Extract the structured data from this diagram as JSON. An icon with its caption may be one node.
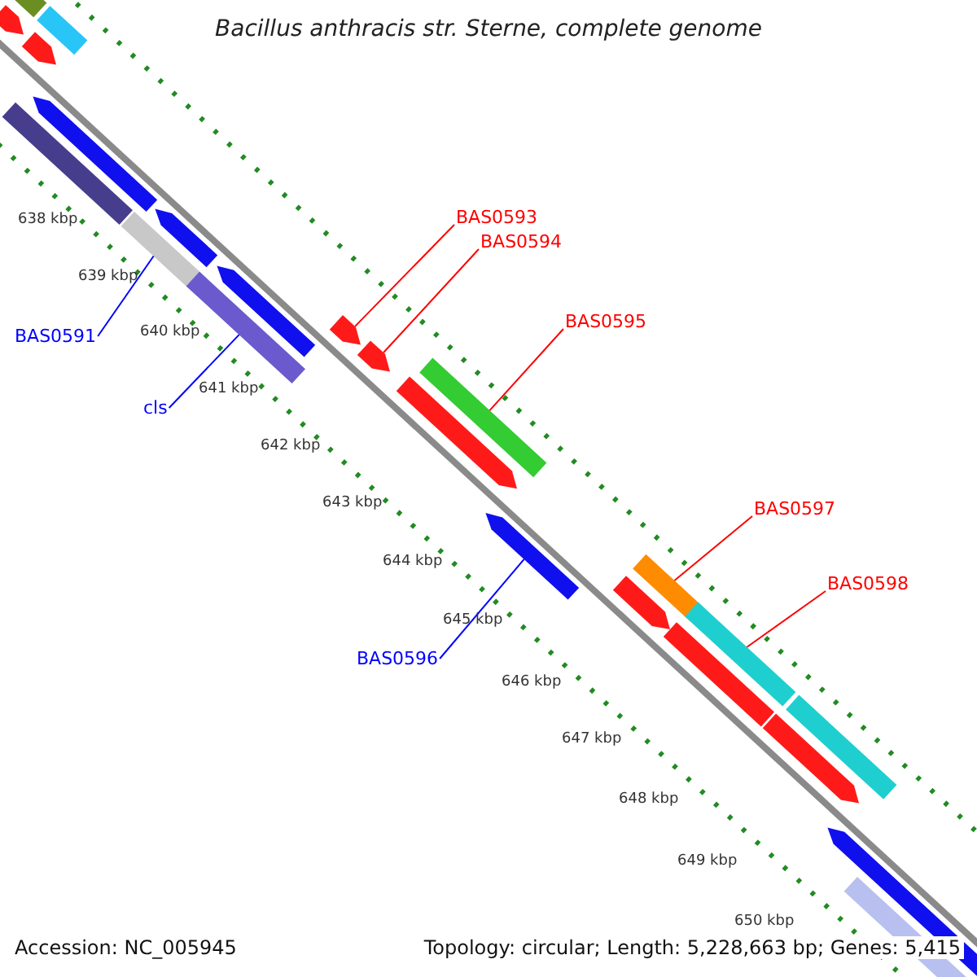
{
  "diagram": {
    "title": "Bacillus anthracis str. Sterne, complete genome",
    "nodes": [
      {
        "text": [
          "BAS0593"
        ]
      },
      {
        "text": [
          "BAS0594"
        ]
      },
      {
        "text": [
          "BAS0595"
        ]
      },
      {
        "text": [
          "BAS0591"
        ]
      },
      {
        "text": [
          "cls"
        ]
      },
      {
        "text": [
          "BAS0597"
        ]
      },
      {
        "text": [
          "BAS0598"
        ]
      },
      {
        "text": [
          "BAS0596"
        ]
      },
      {
        "text": [],
        "shape": "bar"
      },
      {
        "text": [],
        "shape": "bar"
      },
      {
        "text": [],
        "shape": "bar"
      },
      {
        "text": [],
        "shape": "bar"
      },
      {
        "text": [],
        "shape": "bar"
      },
      {
        "text": [],
        "shape": "bar"
      },
      {
        "text": [],
        "shape": "bar"
      },
      {
        "text": [],
        "shape": "bar"
      },
      {
        "text": [],
        "shape": "bar"
      },
      {
        "text": [],
        "shape": "bar"
      },
      {
        "text": [],
        "shape": "bar"
      },
      {
        "text": [],
        "shape": "bar"
      },
      {
        "text": [],
        "shape": "bar"
      },
      {
        "text": [],
        "shape": "bar"
      },
      {
        "text": [],
        "shape": "bar"
      },
      {
        "text": [],
        "shape": "bar"
      },
      {
        "text": [],
        "shape": "bar"
      },
      {
        "text": [],
        "shape": "bar"
      },
      {
        "text": [],
        "shape": "bar"
      },
      {
        "text": [],
        "shape": "bar"
      },
      {
        "text": [],
        "shape": "bar"
      },
      {
        "text": [],
        "shape": "bar"
      },
      {
        "text": [],
        "shape": "bar"
      }
    ],
    "edges": [
      {
        "from": 0,
        "to": 18,
        "arrow": "none"
      },
      {
        "from": 1,
        "to": 19,
        "arrow": "none"
      },
      {
        "from": 2,
        "to": 21,
        "arrow": "none"
      },
      {
        "from": 3,
        "to": 14,
        "arrow": "none",
        "color": "#0000ff"
      },
      {
        "from": 4,
        "to": 16,
        "arrow": "none",
        "color": "#0000ff"
      },
      {
        "from": 5,
        "to": 24,
        "arrow": "none"
      },
      {
        "from": 6,
        "to": 26,
        "arrow": "none"
      },
      {
        "from": 7,
        "to": 22,
        "arrow": "none",
        "color": "#0000ff"
      }
    ],
    "labels": [
      "638 kbp",
      "639 kbp",
      "640 kbp",
      "641 kbp",
      "642 kbp",
      "643 kbp",
      "644 kbp",
      "645 kbp",
      "646 kbp",
      "647 kbp",
      "648 kbp",
      "649 kbp",
      "650 kbp",
      "Accession: NC_005945",
      "Topology: circular; Length: 5,228,663 bp; Genes: 5,415"
    ]
  }
}
